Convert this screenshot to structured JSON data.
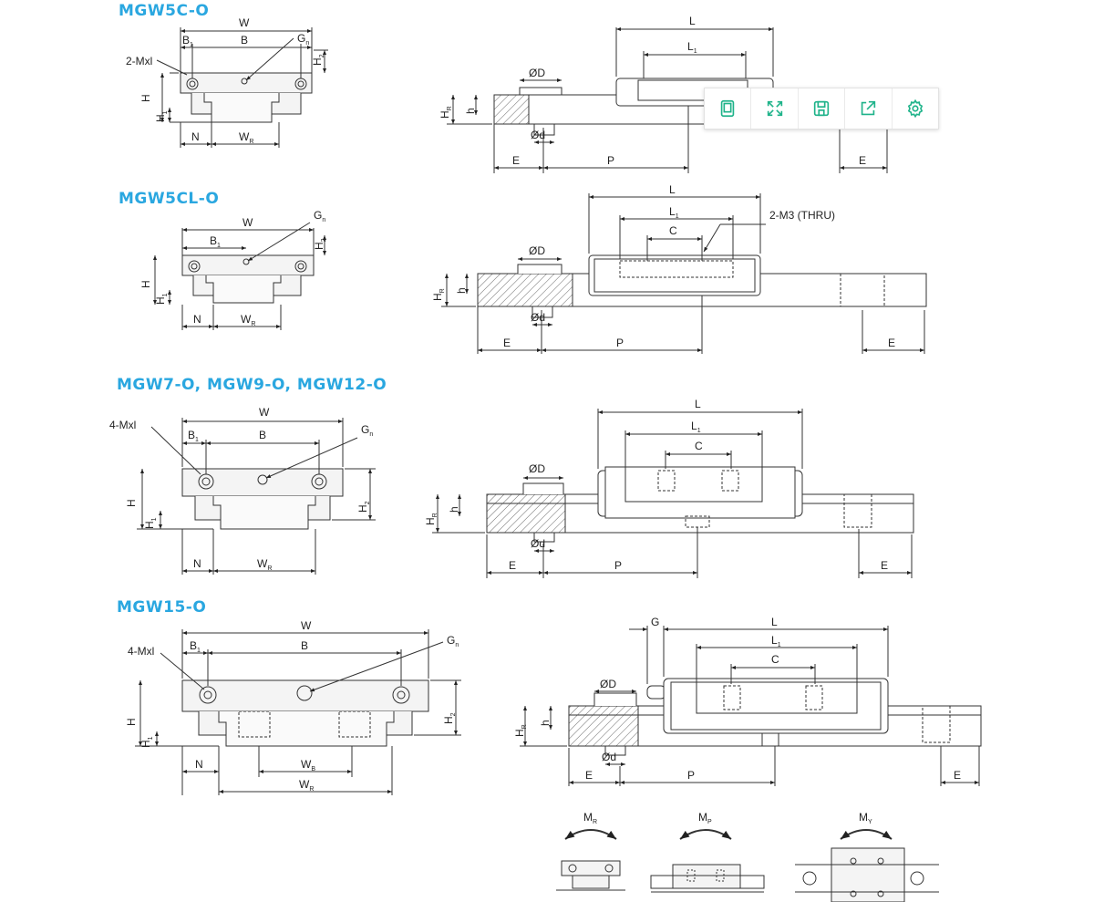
{
  "sections": [
    {
      "title": "MGW5C-O"
    },
    {
      "title": "MGW5CL-O"
    },
    {
      "title": "MGW7-O, MGW9-O, MGW12-O"
    },
    {
      "title": "MGW15-O"
    }
  ],
  "labels": {
    "W": "W",
    "B": "B",
    "B1": "B",
    "B1_sub": "1",
    "Gn": "G",
    "Gn_sub": "n",
    "M2": "2-Mxl",
    "M4": "4-Mxl",
    "H": "H",
    "H1": "H",
    "H1_sub": "1",
    "H2": "H",
    "H2_sub": "2",
    "N": "N",
    "WR": "W",
    "WR_sub": "R",
    "WB_sub": "B",
    "L": "L",
    "L1": "L",
    "L1_sub": "1",
    "C": "C",
    "OD": "ØD",
    "Od": "Ød",
    "h": "h",
    "HR": "H",
    "HR_sub": "R",
    "E": "E",
    "P": "P",
    "G": "G",
    "thru": "2-M3 (THRU)",
    "MR": "M",
    "MR_sub": "R",
    "MP": "M",
    "MP_sub": "P",
    "MY": "M",
    "MY_sub": "Y"
  },
  "toolbar": [
    {
      "icon": "tablet-icon"
    },
    {
      "icon": "expand-icon"
    },
    {
      "icon": "save-icon"
    },
    {
      "icon": "share-icon"
    },
    {
      "icon": "gear-icon"
    }
  ],
  "colors": {
    "title": "#2aa7e0",
    "toolbar_icon": "#1fb38a"
  }
}
